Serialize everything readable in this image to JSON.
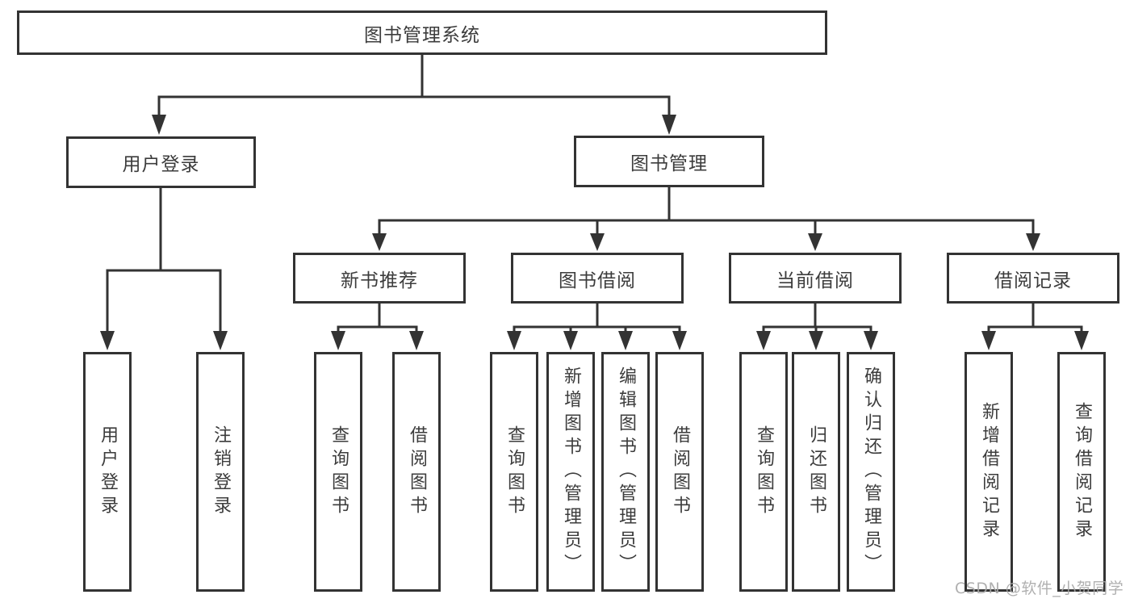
{
  "tree": {
    "root": {
      "label": "图书管理系统"
    },
    "login": {
      "label": "用户登录",
      "leaves": [
        {
          "label": "用户登录"
        },
        {
          "label": "注销登录"
        }
      ]
    },
    "mgmt": {
      "label": "图书管理",
      "groups": [
        {
          "label": "新书推荐",
          "leaves": [
            {
              "label": "查询图书"
            },
            {
              "label": "借阅图书"
            }
          ]
        },
        {
          "label": "图书借阅",
          "leaves": [
            {
              "label": "查询图书"
            },
            {
              "label": "新增图书（管理员）"
            },
            {
              "label": "编辑图书（管理员）"
            },
            {
              "label": "借阅图书"
            }
          ]
        },
        {
          "label": "当前借阅",
          "leaves": [
            {
              "label": "查询图书"
            },
            {
              "label": "归还图书"
            },
            {
              "label": "确认归还（管理员）"
            }
          ]
        },
        {
          "label": "借阅记录",
          "leaves": [
            {
              "label": "新增借阅记录"
            },
            {
              "label": "查询借阅记录"
            }
          ]
        }
      ]
    }
  },
  "watermark": {
    "label": "CSDN @软件_小贺同学"
  },
  "colors": {
    "line": "#333333",
    "text": "#3c3c3c",
    "watermark": "#a8a8a8",
    "background": "#ffffff"
  }
}
